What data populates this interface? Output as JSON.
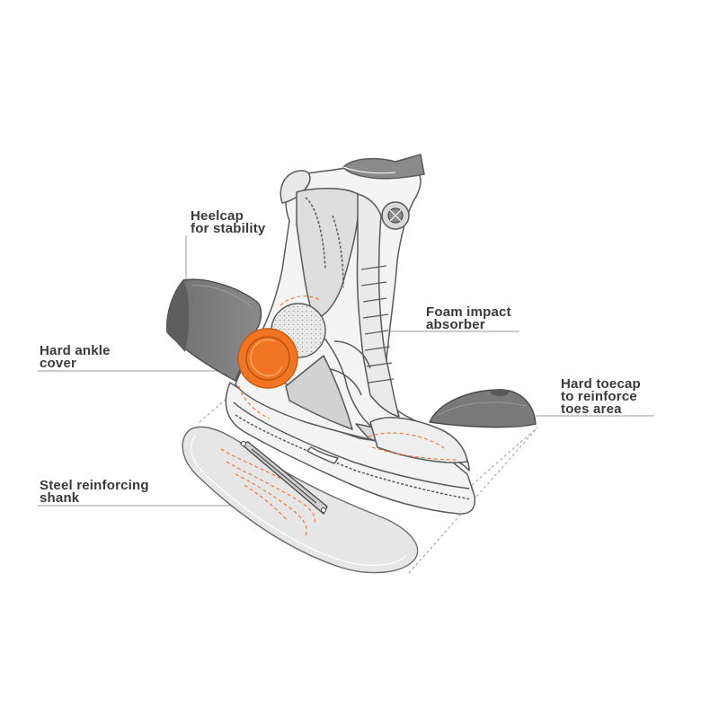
{
  "diagram": {
    "labels": {
      "heelcap": {
        "line1": "Heelcap",
        "line2": "for stability"
      },
      "foam": {
        "line1": "Foam impact",
        "line2": "absorber"
      },
      "ankle": {
        "line1": "Hard ankle",
        "line2": "cover"
      },
      "toecap": {
        "line1": "Hard toecap",
        "line2": "to reinforce",
        "line3": "toes area"
      },
      "shank": {
        "line1": "Steel reinforcing",
        "line2": "shank"
      }
    },
    "colors": {
      "outline": "#5a5a5a",
      "fill_light": "#f2f2f2",
      "fill_mid": "#dcdcdc",
      "part_gray": "#7a7a7a",
      "accent_orange": "#f07522",
      "orange_dash": "#e8743a",
      "leader": "#9a9a9a"
    }
  }
}
